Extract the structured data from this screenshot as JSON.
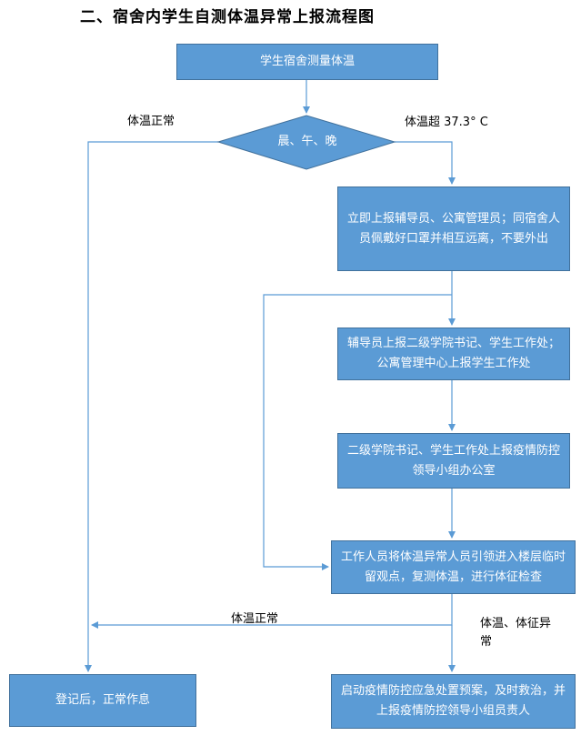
{
  "title": "二、宿舍内学生自测体温异常上报流程图",
  "nodes": {
    "start": "学生宿舍测量体温",
    "decision": "晨、午、晚",
    "report1": "立即上报辅导员、公寓管理员；同宿舍人员佩戴好口罩并相互远离，不要外出",
    "report2": "辅导员上报二级学院书记、学生工作处；公寓管理中心上报学生工作处",
    "report3": "二级学院书记、学生工作处上报疫情防控领导小组办公室",
    "observe": "工作人员将体温异常人员引领进入楼层临时留观点，复测体温，进行体征检查",
    "normal_end": "登记后，正常作息",
    "emergency": "启动疫情防控应急处置预案，及时救治，并上报疫情防控领导小组员责人"
  },
  "edge_labels": {
    "left_normal": "体温正常",
    "right_abnormal": "体温超 37.3° C",
    "recheck_normal": "体温正常",
    "recheck_abnormal_1": "体温、体征异",
    "recheck_abnormal_2": "常"
  },
  "colors": {
    "box_fill": "#5b9bd5",
    "box_border": "#41719c",
    "arrow": "#5b9bd5"
  }
}
